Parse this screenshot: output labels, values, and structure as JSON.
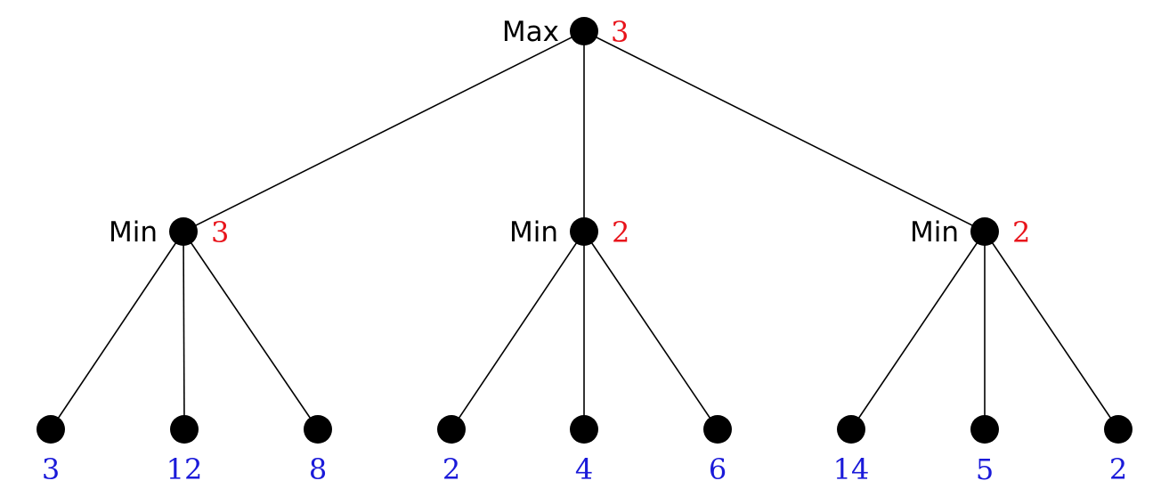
{
  "colors": {
    "edge": "#000000",
    "node": "#000000",
    "minimax_value": "#e8141b",
    "leaf_value": "#1a1ad9"
  },
  "root": {
    "label": "Max",
    "value": "3"
  },
  "min_nodes": [
    {
      "label": "Min",
      "value": "3"
    },
    {
      "label": "Min",
      "value": "2"
    },
    {
      "label": "Min",
      "value": "2"
    }
  ],
  "leaves": [
    "3",
    "12",
    "8",
    "2",
    "4",
    "6",
    "14",
    "5",
    "2"
  ]
}
